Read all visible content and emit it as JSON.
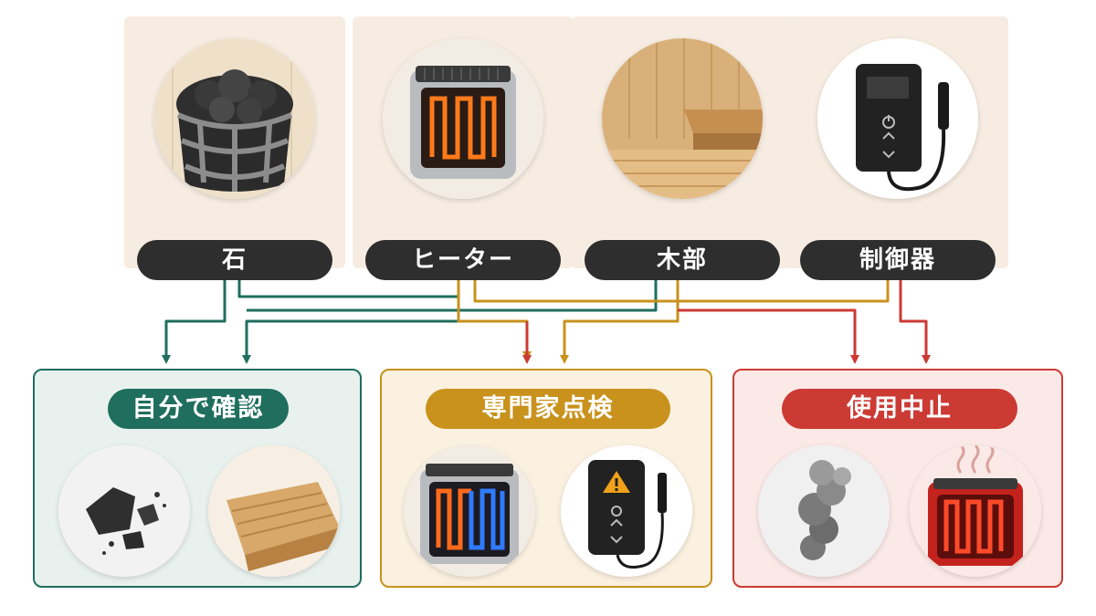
{
  "colors": {
    "green": "#1f6e5e",
    "amber": "#c8921c",
    "red": "#cc3a34",
    "dark": "#2e2e2e",
    "card_bg": "#f7ece1"
  },
  "components": [
    {
      "label": "石",
      "icon": "sauna-stones-basket-icon"
    },
    {
      "label": "ヒーター",
      "icon": "electric-heater-icon"
    },
    {
      "label": "木部",
      "icon": "wooden-bench-icon"
    },
    {
      "label": "制御器",
      "icon": "control-panel-icon"
    }
  ],
  "actions": [
    {
      "label": "自分で確認",
      "color": "#1f6e5e",
      "icons": [
        "crumbling-stone-icon",
        "cracked-wood-icon"
      ]
    },
    {
      "label": "専門家点検",
      "color": "#c8921c",
      "icons": [
        "uneven-heater-element-icon",
        "controller-warning-icon"
      ]
    },
    {
      "label": "使用中止",
      "color": "#cc3a34",
      "icons": [
        "smoke-icon",
        "overheating-heater-icon"
      ]
    }
  ]
}
